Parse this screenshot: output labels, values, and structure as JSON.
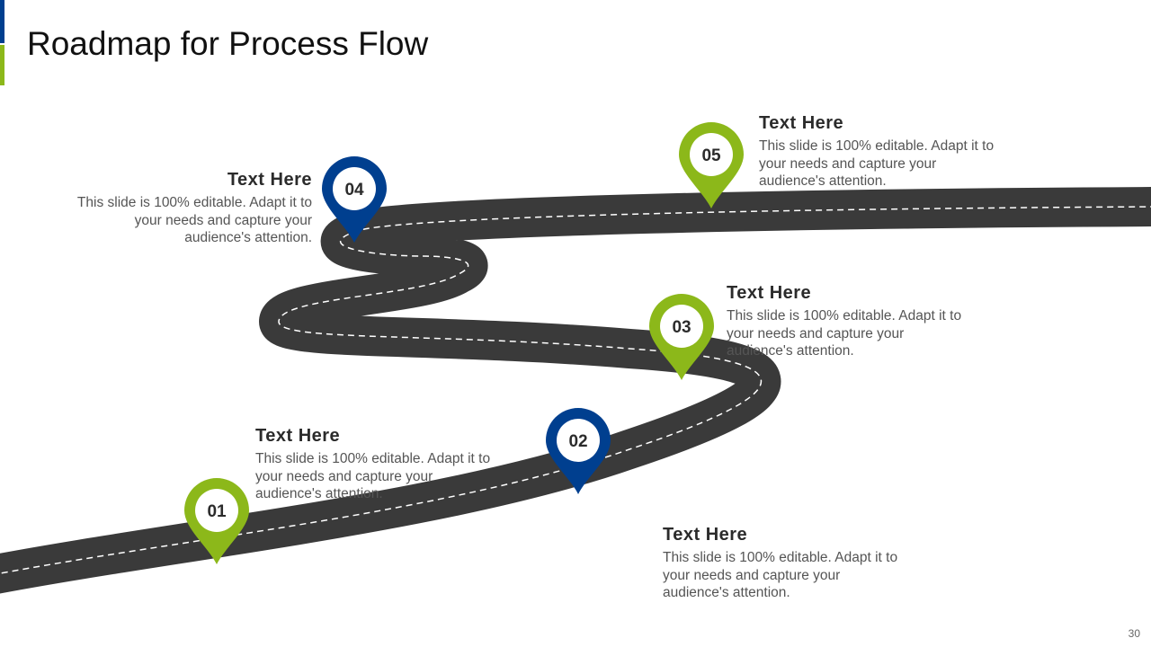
{
  "header": {
    "title": "Roadmap for Process Flow",
    "accent_colors": [
      "#003f8f",
      "#8cb81a"
    ]
  },
  "milestones": [
    {
      "number": "01",
      "color": "#8cb81a",
      "heading": "Text Here",
      "body": "This slide is 100% editable. Adapt it to your needs and capture your audience's attention."
    },
    {
      "number": "02",
      "color": "#003f8f",
      "heading": "Text Here",
      "body": "This slide is 100% editable. Adapt it to your needs and capture your audience's attention."
    },
    {
      "number": "03",
      "color": "#8cb81a",
      "heading": "Text Here",
      "body": "This slide is 100% editable. Adapt it to your needs and capture your audience's attention."
    },
    {
      "number": "04",
      "color": "#003f8f",
      "heading": "Text Here",
      "body": "This slide is 100% editable. Adapt it to your needs and capture your audience's attention."
    },
    {
      "number": "05",
      "color": "#8cb81a",
      "heading": "Text Here",
      "body": "This slide is 100% editable. Adapt it to your needs and capture your audience's attention."
    }
  ],
  "road": {
    "color": "#3a3a3a",
    "lane_color": "#ffffff"
  },
  "footer": {
    "page_number": "30"
  }
}
